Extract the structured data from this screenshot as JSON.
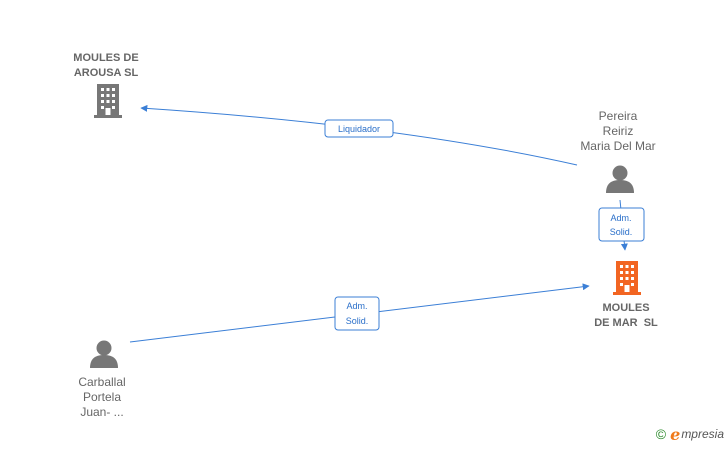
{
  "nodes": {
    "moules_arousa": {
      "name_lines": [
        "MOULES DE",
        "AROUSA SL"
      ],
      "type": "company",
      "icon": "building-icon",
      "color": "#777777"
    },
    "pereira": {
      "name_lines": [
        "Pereira",
        "Reiriz",
        "Maria Del Mar"
      ],
      "type": "person",
      "icon": "person-icon",
      "color": "#777777"
    },
    "moules_mar": {
      "name_lines": [
        "MOULES",
        "DE MAR  SL"
      ],
      "type": "company",
      "icon": "building-icon",
      "color": "#f26522"
    },
    "carballal": {
      "name_lines": [
        "Carballal",
        "Portela",
        "Juan- ..."
      ],
      "type": "person",
      "icon": "person-icon",
      "color": "#777777"
    }
  },
  "edges": [
    {
      "from": "pereira",
      "to": "moules_arousa",
      "label_lines": [
        "Liquidador"
      ]
    },
    {
      "from": "pereira",
      "to": "moules_mar",
      "label_lines": [
        "Adm.",
        "Solid."
      ]
    },
    {
      "from": "carballal",
      "to": "moules_mar",
      "label_lines": [
        "Adm.",
        "Solid."
      ]
    }
  ],
  "colors": {
    "edge": "#3b7fd6",
    "label_border": "#3b7fd6",
    "label_text": "#2a6fc9"
  },
  "footer": {
    "copyright": "©",
    "brand_e": "e",
    "brand_rest": "mpresia"
  }
}
